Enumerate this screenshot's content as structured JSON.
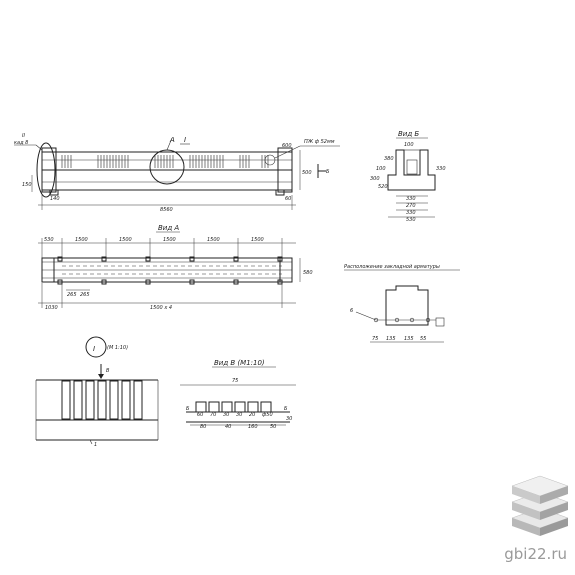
{
  "labels": {
    "detail_ref_a": "А",
    "detail_ref_one": "I",
    "detail_marker_left_top": "II",
    "detail_marker_left_bot": "кад 8",
    "view_b_arrow": "Б",
    "rod_note": "ПЖ ф 52мм",
    "view_b_title": "Вид Б",
    "view_a_title": "Вид А",
    "rebar_title": "Расположение закладной арматуры",
    "detail_one_scale": "(М 1:10)",
    "view_v_title": "Вид В (М1:10)",
    "arrow_v": "В",
    "label_b_left": "Б",
    "label_b_right": "Б",
    "label_6": "6",
    "label_1": "1"
  },
  "dims": {
    "total_length": "8560",
    "left_offset": "140",
    "left_height": "150",
    "right_offset": "60",
    "right_height_top": "600",
    "right_height": "500",
    "top_segments": [
      "530",
      "1500",
      "1500",
      "1500",
      "1500",
      "1500"
    ],
    "bottom_sub_a": "265",
    "bottom_sub_b": "265",
    "bottom_left": "1030",
    "bottom_center": "1500 х 4",
    "view_a_height": "580",
    "view_b_top": "100",
    "view_b_dims": [
      "380",
      "100",
      "300",
      "520",
      "330"
    ],
    "view_b_widths": [
      "330",
      "270",
      "330",
      "530"
    ],
    "rebar_dims": [
      "75",
      "135",
      "135",
      "55"
    ],
    "view_v_dims": [
      "75",
      "60",
      "70",
      "30",
      "30",
      "20",
      "ф50",
      "80",
      "40",
      "160",
      "50",
      "30"
    ]
  },
  "watermark": {
    "text": "gbi22.ru"
  }
}
